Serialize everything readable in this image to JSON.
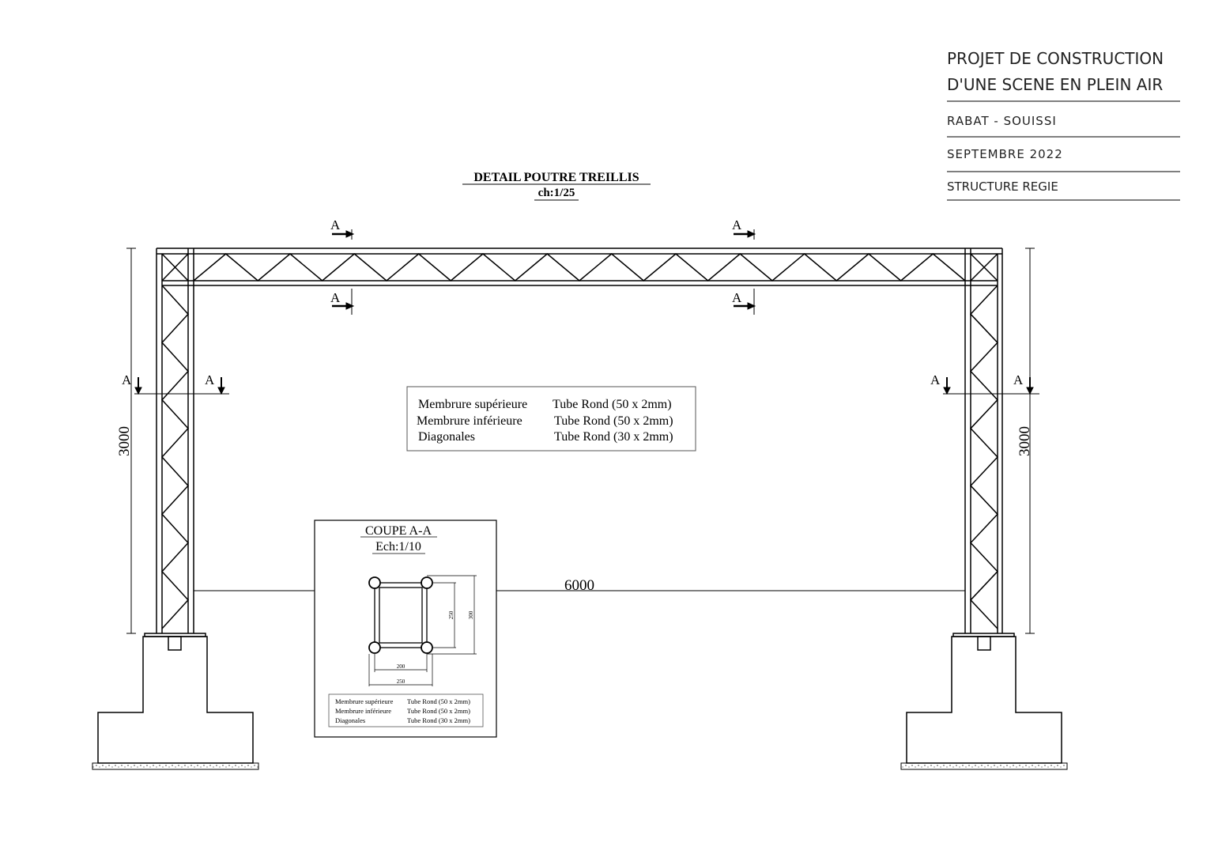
{
  "title_block": {
    "project_line1": "PROJET DE CONSTRUCTION",
    "project_line2": "D'UNE SCENE EN PLEIN AIR",
    "location": "RABAT - SOUISSI",
    "date": "SEPTEMBRE 2022",
    "subject": "STRUCTURE REGIE"
  },
  "drawing": {
    "title": "DETAIL POUTRE TREILLIS",
    "scale": "ch:1/25",
    "section_mark": "A",
    "height_dim": "3000",
    "span_dim": "6000"
  },
  "spec_table": {
    "rows": [
      {
        "member": "Membrure supérieure",
        "section": "Tube Rond (50 x 2mm)"
      },
      {
        "member": "Membrure inférieure",
        "section": "Tube Rond (50 x 2mm)"
      },
      {
        "member": "Diagonales",
        "section": "Tube Rond (30 x 2mm)"
      }
    ]
  },
  "section_detail": {
    "title": "COUPE A-A",
    "scale": "Ech:1/10",
    "dim_inner_w": "200",
    "dim_outer_w": "250",
    "dim_inner_h": "250",
    "dim_outer_h": "300"
  },
  "colors": {
    "line": "#000000",
    "title_rule": "#555555"
  }
}
